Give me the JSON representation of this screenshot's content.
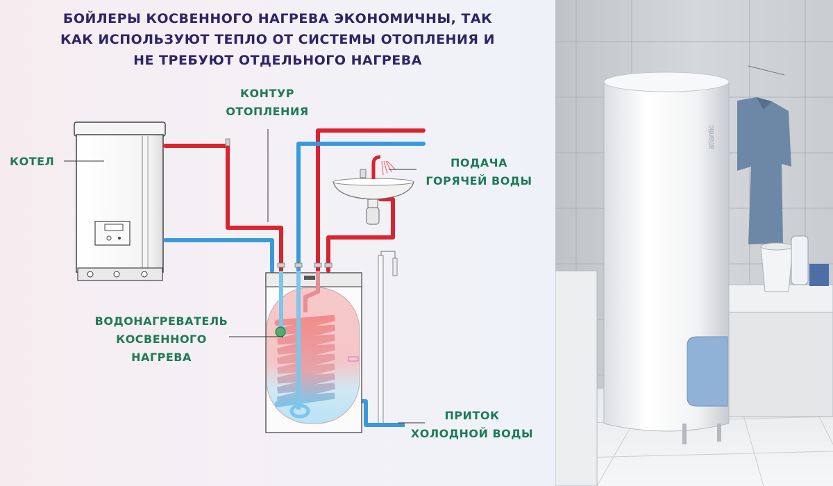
{
  "headline": {
    "line1": "БОЙЛЕРЫ  КОСВЕННОГО НАГРЕВА ЭКОНОМИЧНЫ, ТАК",
    "line2": "КАК ИСПОЛЬЗУЮТ ТЕПЛО ОТ СИСТЕМЫ ОТОПЛЕНИЯ И",
    "line3": "НЕ ТРЕБУЮТ ОТДЕЛЬНОГО НАГРЕВА"
  },
  "labels": {
    "boiler": "КОТЕЛ",
    "heating_circuit_line1": "КОНТУР",
    "heating_circuit_line2": "ОТОПЛЕНИЯ",
    "hot_water_line1": "ПОДАЧА",
    "hot_water_line2": "ГОРЯЧЕЙ ВОДЫ",
    "heater_line1": "ВОДОНАГРЕВАТЕЛЬ",
    "heater_line2": "КОСВЕННОГО",
    "heater_line3": "НАГРЕВА",
    "cold_water_line1": "ПРИТОК",
    "cold_water_line2": "ХОЛОДНОЙ ВОДЫ"
  },
  "photo": {
    "brand_text": "atlantic"
  },
  "colors": {
    "headline": "#2e2466",
    "label": "#1f7a55",
    "hot_pipe": "#d9232e",
    "cold_pipe": "#3a9ad9"
  }
}
